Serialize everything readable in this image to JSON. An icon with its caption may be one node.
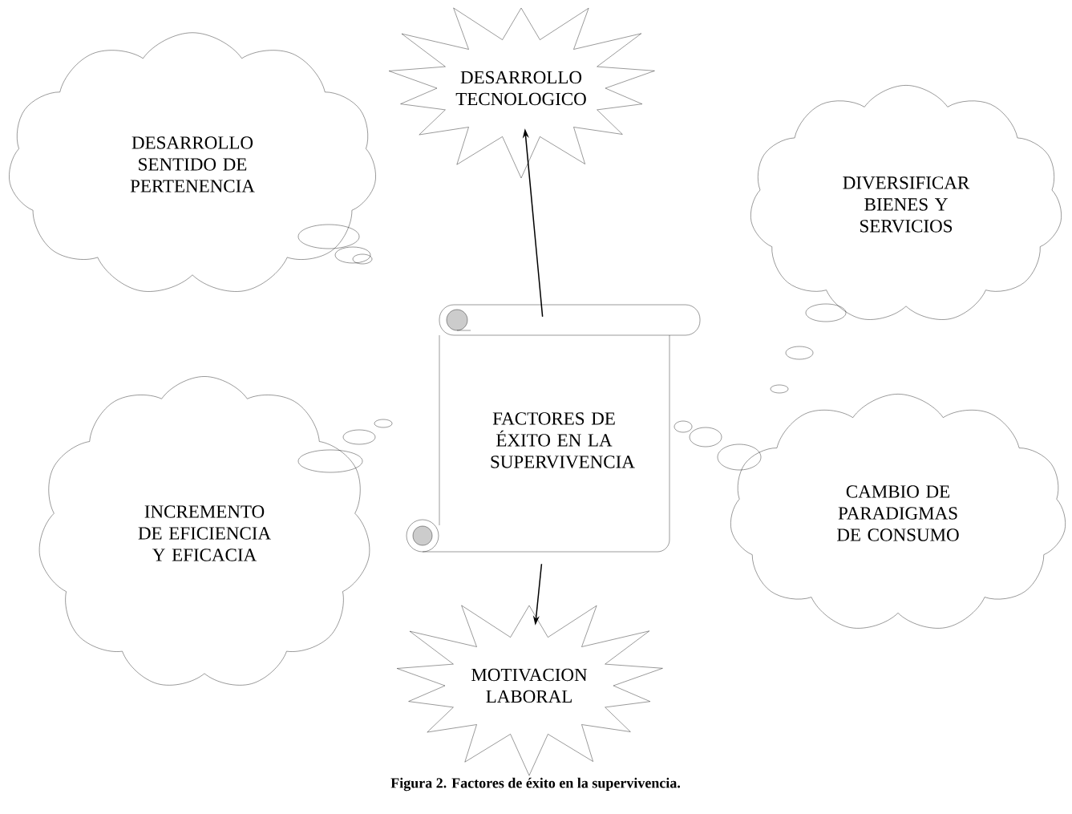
{
  "diagram": {
    "caption": "Figura 2.  Factores de éxito en la supervivencia.",
    "nodes": [
      {
        "text": [
          "FACTORES DE ÉXITO EN LA SUPERVIVENCIA"
        ]
      },
      {
        "text": [
          "DESARROLLO TECNOLOGICO"
        ]
      },
      {
        "text": [
          "DESARROLLO SENTIDO DE PERTENENCIA"
        ]
      },
      {
        "text": [
          "DIVERSIFICAR BIENES Y SERVICIOS"
        ]
      },
      {
        "text": [
          "INCREMENTO DE EFICIENCIA Y EFICACIA"
        ]
      },
      {
        "text": [
          "CAMBIO DE PARADIGMAS DE CONSUMO"
        ]
      },
      {
        "text": [
          "MOTIVACION LABORAL"
        ]
      }
    ],
    "edges": [
      {
        "from": 0,
        "to": 1,
        "arrow": "to"
      },
      {
        "from": 0,
        "to": 6,
        "arrow": "to"
      }
    ]
  }
}
